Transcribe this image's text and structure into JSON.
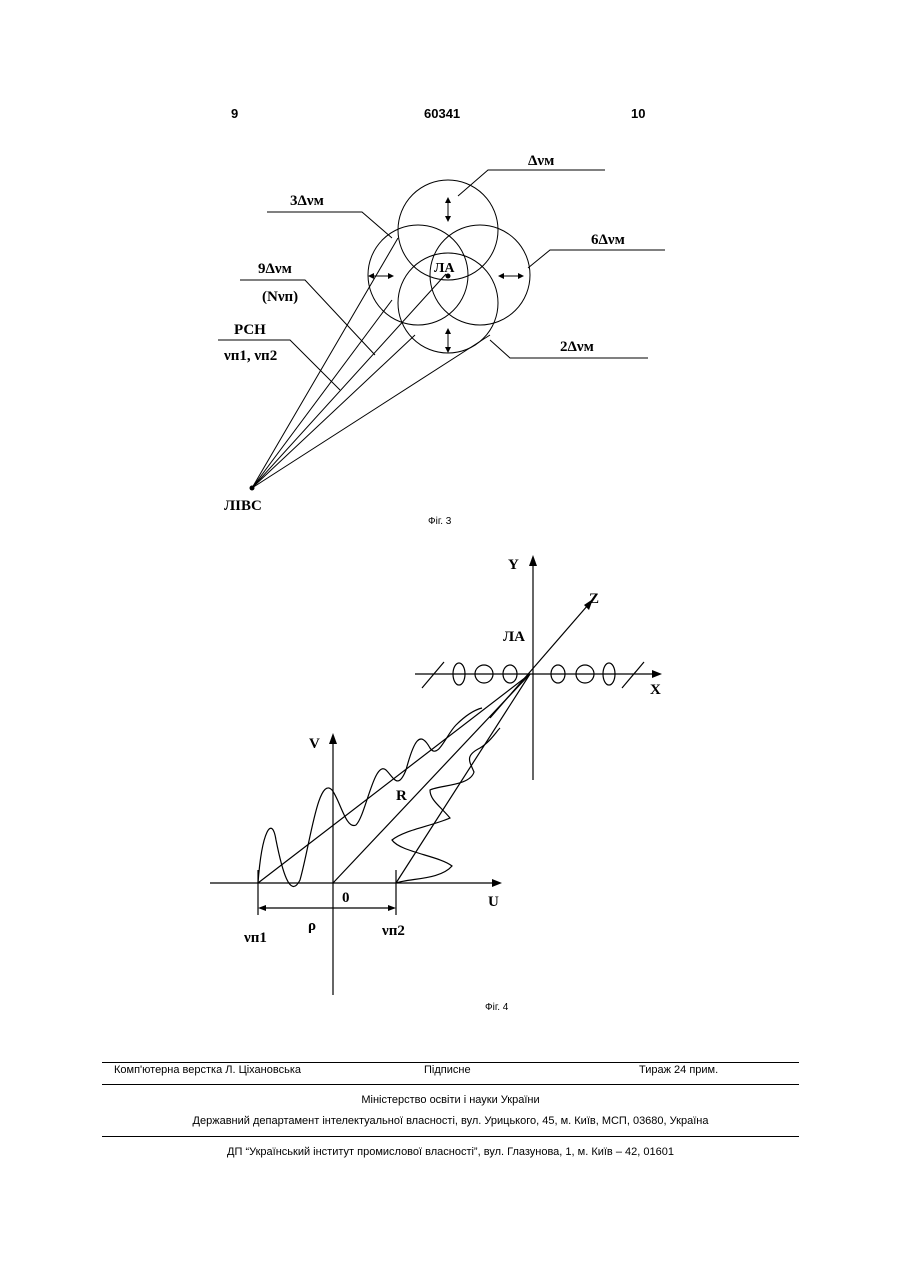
{
  "header": {
    "left_page": "9",
    "patent_number": "60341",
    "right_page": "10"
  },
  "fig3": {
    "caption": "Фіг. 3",
    "labels": {
      "dvm": "Δνм",
      "three_dvm": "3Δνм",
      "six_dvm": "6Δνм",
      "nine_dvm": "9Δνм",
      "n_vn": "(Nνп)",
      "pch": "РСН",
      "vn_pair": "νп1, νп2",
      "two_dvm": "2Δνм",
      "la": "ЛА",
      "livs": "ЛІВС"
    }
  },
  "fig4": {
    "caption": "Фіг. 4",
    "labels": {
      "y": "Y",
      "z": "Z",
      "x": "X",
      "la": "ЛА",
      "v": "V",
      "u": "U",
      "r": "R",
      "zero": "0",
      "rho": "ρ",
      "vn1": "νп1",
      "vn2": "νп2"
    }
  },
  "footer": {
    "layout": "Комп'ютерна верстка Л. Ціхановська",
    "signed": "Підписне",
    "circulation": "Тираж 24 прим.",
    "ministry": "Міністерство освіти і науки України",
    "department": "Державний департамент інтелектуальної власності, вул. Урицького, 45, м. Київ, МСП, 03680, Україна",
    "institute": "ДП “Український інститут промислової власності”, вул. Глазунова, 1, м. Київ – 42, 01601"
  }
}
